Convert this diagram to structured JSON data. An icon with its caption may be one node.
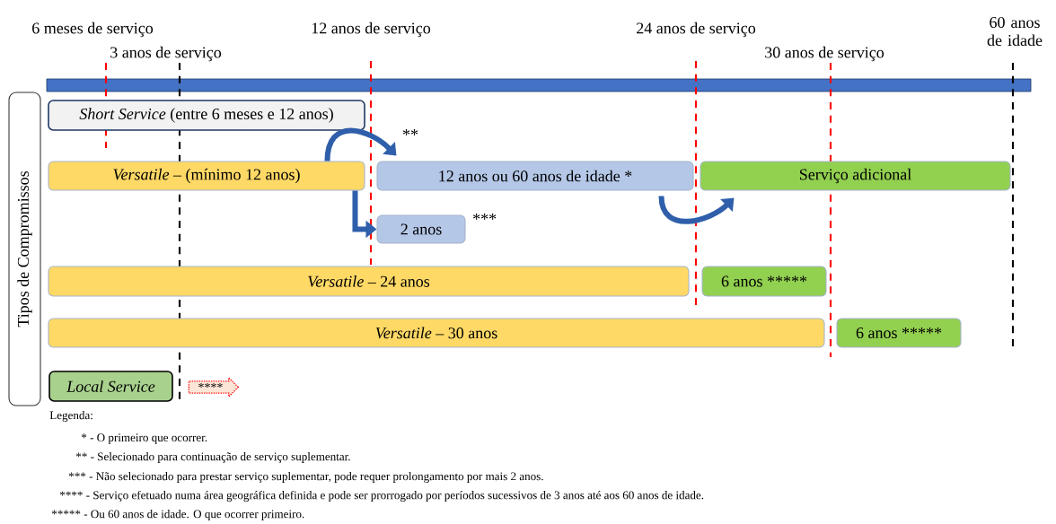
{
  "diagram": {
    "nodes": [
      {
        "text": [
          "Tipos de Compromissos"
        ]
      },
      {
        "text": [
          "*Short Service* (entre 6 meses e 12 anos)"
        ]
      },
      {
        "text": [
          "*Versatile* – (mínimo 12 anos)"
        ]
      },
      {
        "text": [
          "12 anos ou 60 anos de idade *"
        ]
      },
      {
        "text": [
          "Serviço adicional"
        ]
      },
      {
        "text": [
          "2 anos"
        ],
        "beside": [
          "***"
        ]
      },
      {
        "text": [
          "*Versatile* – 24 anos"
        ]
      },
      {
        "text": [
          "6 anos *****"
        ]
      },
      {
        "text": [
          "*Versatile* – 30 anos"
        ]
      },
      {
        "text": [
          "6 anos *****"
        ]
      },
      {
        "text": [
          "Local Service"
        ]
      },
      {
        "text": [
          "****"
        ]
      }
    ],
    "edges": [
      {
        "from": 2,
        "to": 3,
        "arrow": "to",
        "label": "**"
      },
      {
        "from": 2,
        "to": 5,
        "arrow": "to"
      },
      {
        "from": 3,
        "to": 4,
        "arrow": "to"
      }
    ],
    "labels": [
      "6 meses de serviço",
      "3 anos de serviço",
      "12 anos de serviço",
      "24 anos de serviço",
      "30 anos de serviço",
      "60 anos de idade",
      "Legenda:",
      "* - O primeiro que ocorrer.",
      "** - Selecionado para continuação de serviço suplementar.",
      "*** - Não selecionado para prestar serviço suplementar, pode requer prolongamento por mais 2 anos.",
      "**** - Serviço efetuado numa área geográfica definida e pode ser prorrogado por períodos sucessivos de 3 anos até aos 60 anos de idade.",
      "***** - Ou 60 anos de idade.  O que ocorrer primeiro."
    ]
  }
}
